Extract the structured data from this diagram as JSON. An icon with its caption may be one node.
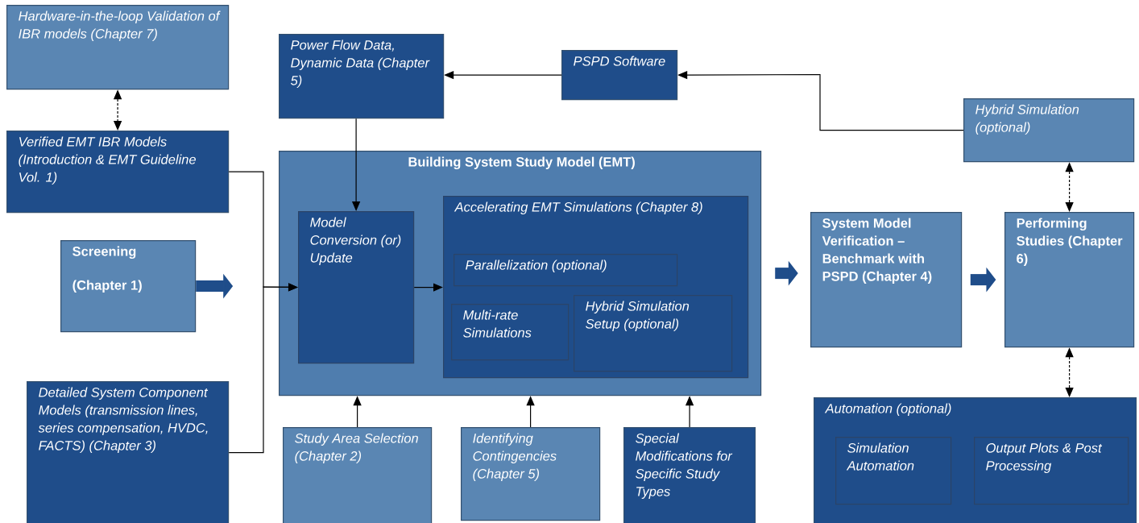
{
  "diagram": {
    "nodes": [
      {
        "text": [
          "Hardware-in-the-loop Validation of IBR models (Chapter 7)"
        ]
      },
      {
        "text": [
          "Verified EMT IBR Models (Introduction & EMT Guideline Vol. 1)"
        ]
      },
      {
        "text": [
          "Screening",
          "(Chapter 1)"
        ]
      },
      {
        "text": [
          "Detailed System Component Models (transmission lines, series compensation, HVDC, FACTS) (Chapter 3)"
        ]
      },
      {
        "text": [
          "Power Flow Data, Dynamic Data (Chapter 5)"
        ]
      },
      {
        "text": [
          "PSPD Software"
        ]
      },
      {
        "text": [
          "Building System Study Model (EMT)"
        ]
      },
      {
        "text": [
          "Model Conversion (or) Update"
        ],
        "in": 6
      },
      {
        "text": [
          "Accelerating EMT Simulations (Chapter 8)"
        ],
        "in": 6
      },
      {
        "text": [
          "Parallelization (optional)"
        ],
        "in": 8
      },
      {
        "text": [
          "Multi-rate Simulations"
        ],
        "in": 8
      },
      {
        "text": [
          "Hybrid Simulation Setup (optional)"
        ],
        "in": 8
      },
      {
        "text": [
          "System Model Verification – Benchmark with PSPD (Chapter 4)"
        ]
      },
      {
        "text": [
          "Hybrid Simulation (optional)"
        ]
      },
      {
        "text": [
          "Performing Studies (Chapter 6)"
        ]
      },
      {
        "text": [
          "Study Area Selection (Chapter 2)"
        ]
      },
      {
        "text": [
          "Identifying Contingencies (Chapter 5)"
        ]
      },
      {
        "text": [
          "Special Modifications for Specific Study Types"
        ]
      },
      {
        "text": [
          "Automation (optional)"
        ]
      },
      {
        "text": [
          "Simulation Automation"
        ],
        "in": 18
      },
      {
        "text": [
          "Output Plots & Post Processing"
        ],
        "in": 18
      }
    ],
    "edges": [
      {
        "from": 0,
        "to": 1,
        "arrow": "both",
        "style": "dashed"
      },
      {
        "from": 1,
        "to": 7,
        "arrow": "to"
      },
      {
        "from": 3,
        "to": 7,
        "arrow": "to"
      },
      {
        "from": 2,
        "to": null,
        "arrow": "to",
        "style": "thick",
        "color": "#1f4d8a"
      },
      {
        "from": 4,
        "to": 7,
        "arrow": "to"
      },
      {
        "from": 5,
        "to": 4,
        "arrow": "to"
      },
      {
        "from": 13,
        "to": 5,
        "arrow": "to"
      },
      {
        "from": 7,
        "to": 8,
        "arrow": "to"
      },
      {
        "from": 15,
        "to": 6,
        "arrow": "to"
      },
      {
        "from": 16,
        "to": 6,
        "arrow": "to"
      },
      {
        "from": 17,
        "to": 6,
        "arrow": "to"
      },
      {
        "from": 6,
        "to": 12,
        "arrow": "to",
        "style": "thick",
        "color": "#1f4d8a"
      },
      {
        "from": 12,
        "to": 14,
        "arrow": "to",
        "style": "thick",
        "color": "#1f4d8a"
      },
      {
        "from": 13,
        "to": 14,
        "arrow": "both",
        "style": "dashed"
      },
      {
        "from": 14,
        "to": 18,
        "arrow": "both",
        "style": "dashed"
      }
    ]
  }
}
